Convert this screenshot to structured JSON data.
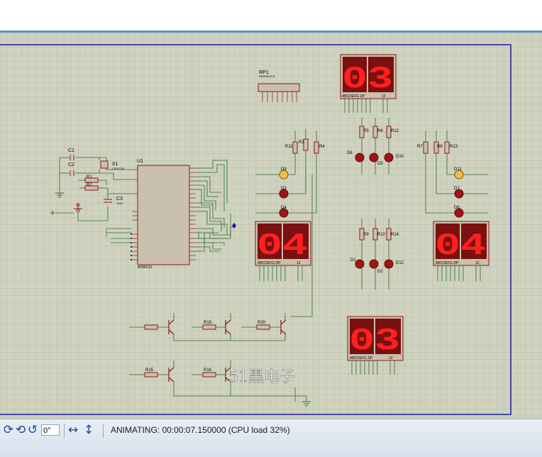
{
  "status": {
    "animation_text": "ANIMATING: 00:00:07.150000 (CPU load 32%)",
    "rotation_value": "0°"
  },
  "toolbar_icons": [
    "rotate-clockwise-icon",
    "rotate-anticlockwise-icon",
    "flip-horizontal-icon",
    "flip-vertical-icon"
  ],
  "displays": {
    "top": "03",
    "left": "04",
    "right": "04",
    "bottom": "03",
    "pin_label": "ABCDEFG DP",
    "pin_label_right": "12"
  },
  "components": {
    "rp1": "RP1",
    "rp1_sub": "RESPACK-8",
    "u1": "U1",
    "u1_part": "AT89C51",
    "x1": "X1",
    "x1_sub": "CRYSTAL",
    "c1": "C1",
    "c2": "C2",
    "c3": "C3",
    "c3_sub": "10uF",
    "r1": "R1",
    "r2": "R2",
    "r3": "R3",
    "r4": "R4",
    "r5": "R5",
    "r6": "R6",
    "r7": "R7",
    "r8": "R8",
    "r9": "R9",
    "r10": "R10",
    "r11": "R11",
    "r12": "R12",
    "r13": "R13",
    "r14": "R14",
    "r15": "R15",
    "r16": "R16",
    "r19": "R19",
    "r20": "R20",
    "d1": "D1",
    "d2": "D2",
    "d3": "D3",
    "d4": "D4",
    "d5": "D5",
    "d6": "D6",
    "d7": "D7",
    "d8": "D8",
    "d9": "D9",
    "d10": "D10",
    "d11": "D11",
    "d12": "D12"
  },
  "colors": {
    "canvas": "#cfd2bf",
    "grid": "#bcbfab",
    "wire": "#2f6b2f",
    "component": "#8a1a1a",
    "display_bg": "#7a1010",
    "segment_on": "#ff2020",
    "border_blue": "#1a1aa0"
  },
  "watermark": "51黑电子"
}
